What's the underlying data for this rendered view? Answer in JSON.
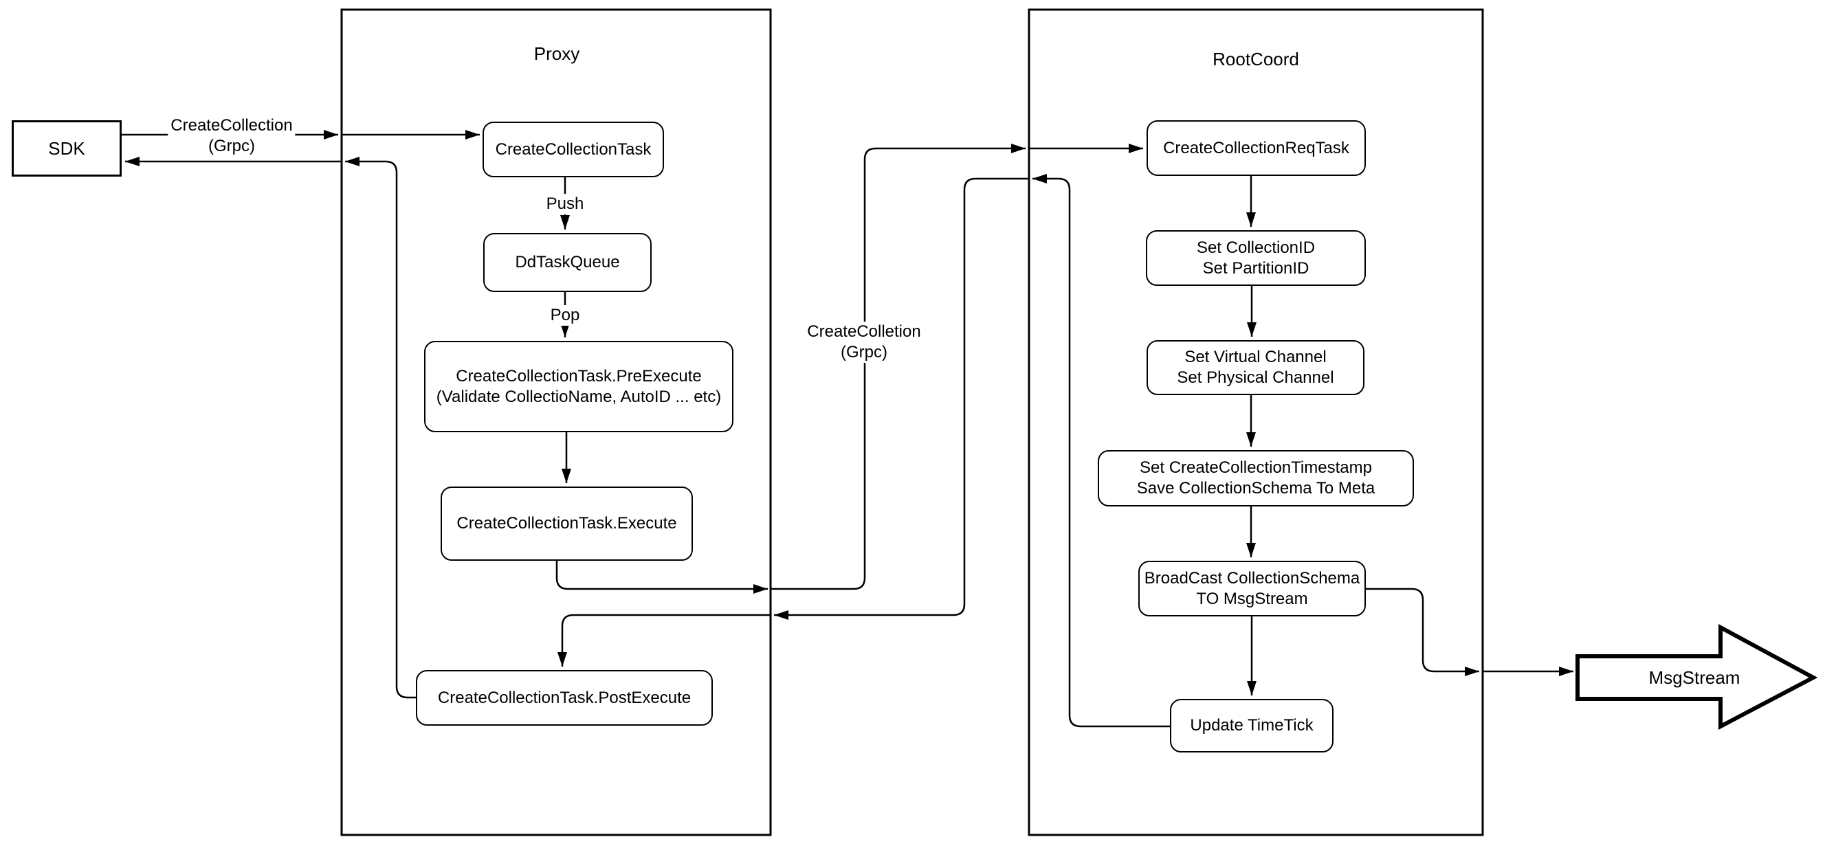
{
  "colors": {
    "stroke": "#000000",
    "fill": "#ffffff",
    "background": "#ffffff"
  },
  "sdk": {
    "label": "SDK"
  },
  "msgstream": {
    "label": "MsgStream"
  },
  "containers": {
    "proxy": {
      "title": "Proxy"
    },
    "rootcoord": {
      "title": "RootCoord"
    }
  },
  "edge_labels": {
    "grpc_client": {
      "l1": "CreateCollection",
      "l2": "(Grpc)"
    },
    "push": "Push",
    "pop": "Pop",
    "grpc_internal": {
      "l1": "CreateColletion",
      "l2": "(Grpc)"
    }
  },
  "proxy_nodes": {
    "create_collection_task": {
      "l1": "CreateCollectionTask"
    },
    "dd_task_queue": {
      "l1": "DdTaskQueue"
    },
    "pre_execute": {
      "l1": "CreateCollectionTask.PreExecute",
      "l2": "(Validate CollectioName, AutoID ... etc)"
    },
    "execute": {
      "l1": "CreateCollectionTask.Execute"
    },
    "post_execute": {
      "l1": "CreateCollectionTask.PostExecute"
    }
  },
  "rootcoord_nodes": {
    "req_task": {
      "l1": "CreateCollectionReqTask"
    },
    "set_ids": {
      "l1": "Set CollectionID",
      "l2": "Set PartitionID"
    },
    "set_channels": {
      "l1": "Set Virtual Channel",
      "l2": "Set Physical Channel"
    },
    "set_timestamp": {
      "l1": "Set CreateCollectionTimestamp",
      "l2": "Save CollectionSchema To Meta"
    },
    "broadcast": {
      "l1": "BroadCast CollectionSchema",
      "l2": "TO MsgStream"
    },
    "update_timetick": {
      "l1": "Update TimeTick"
    }
  }
}
